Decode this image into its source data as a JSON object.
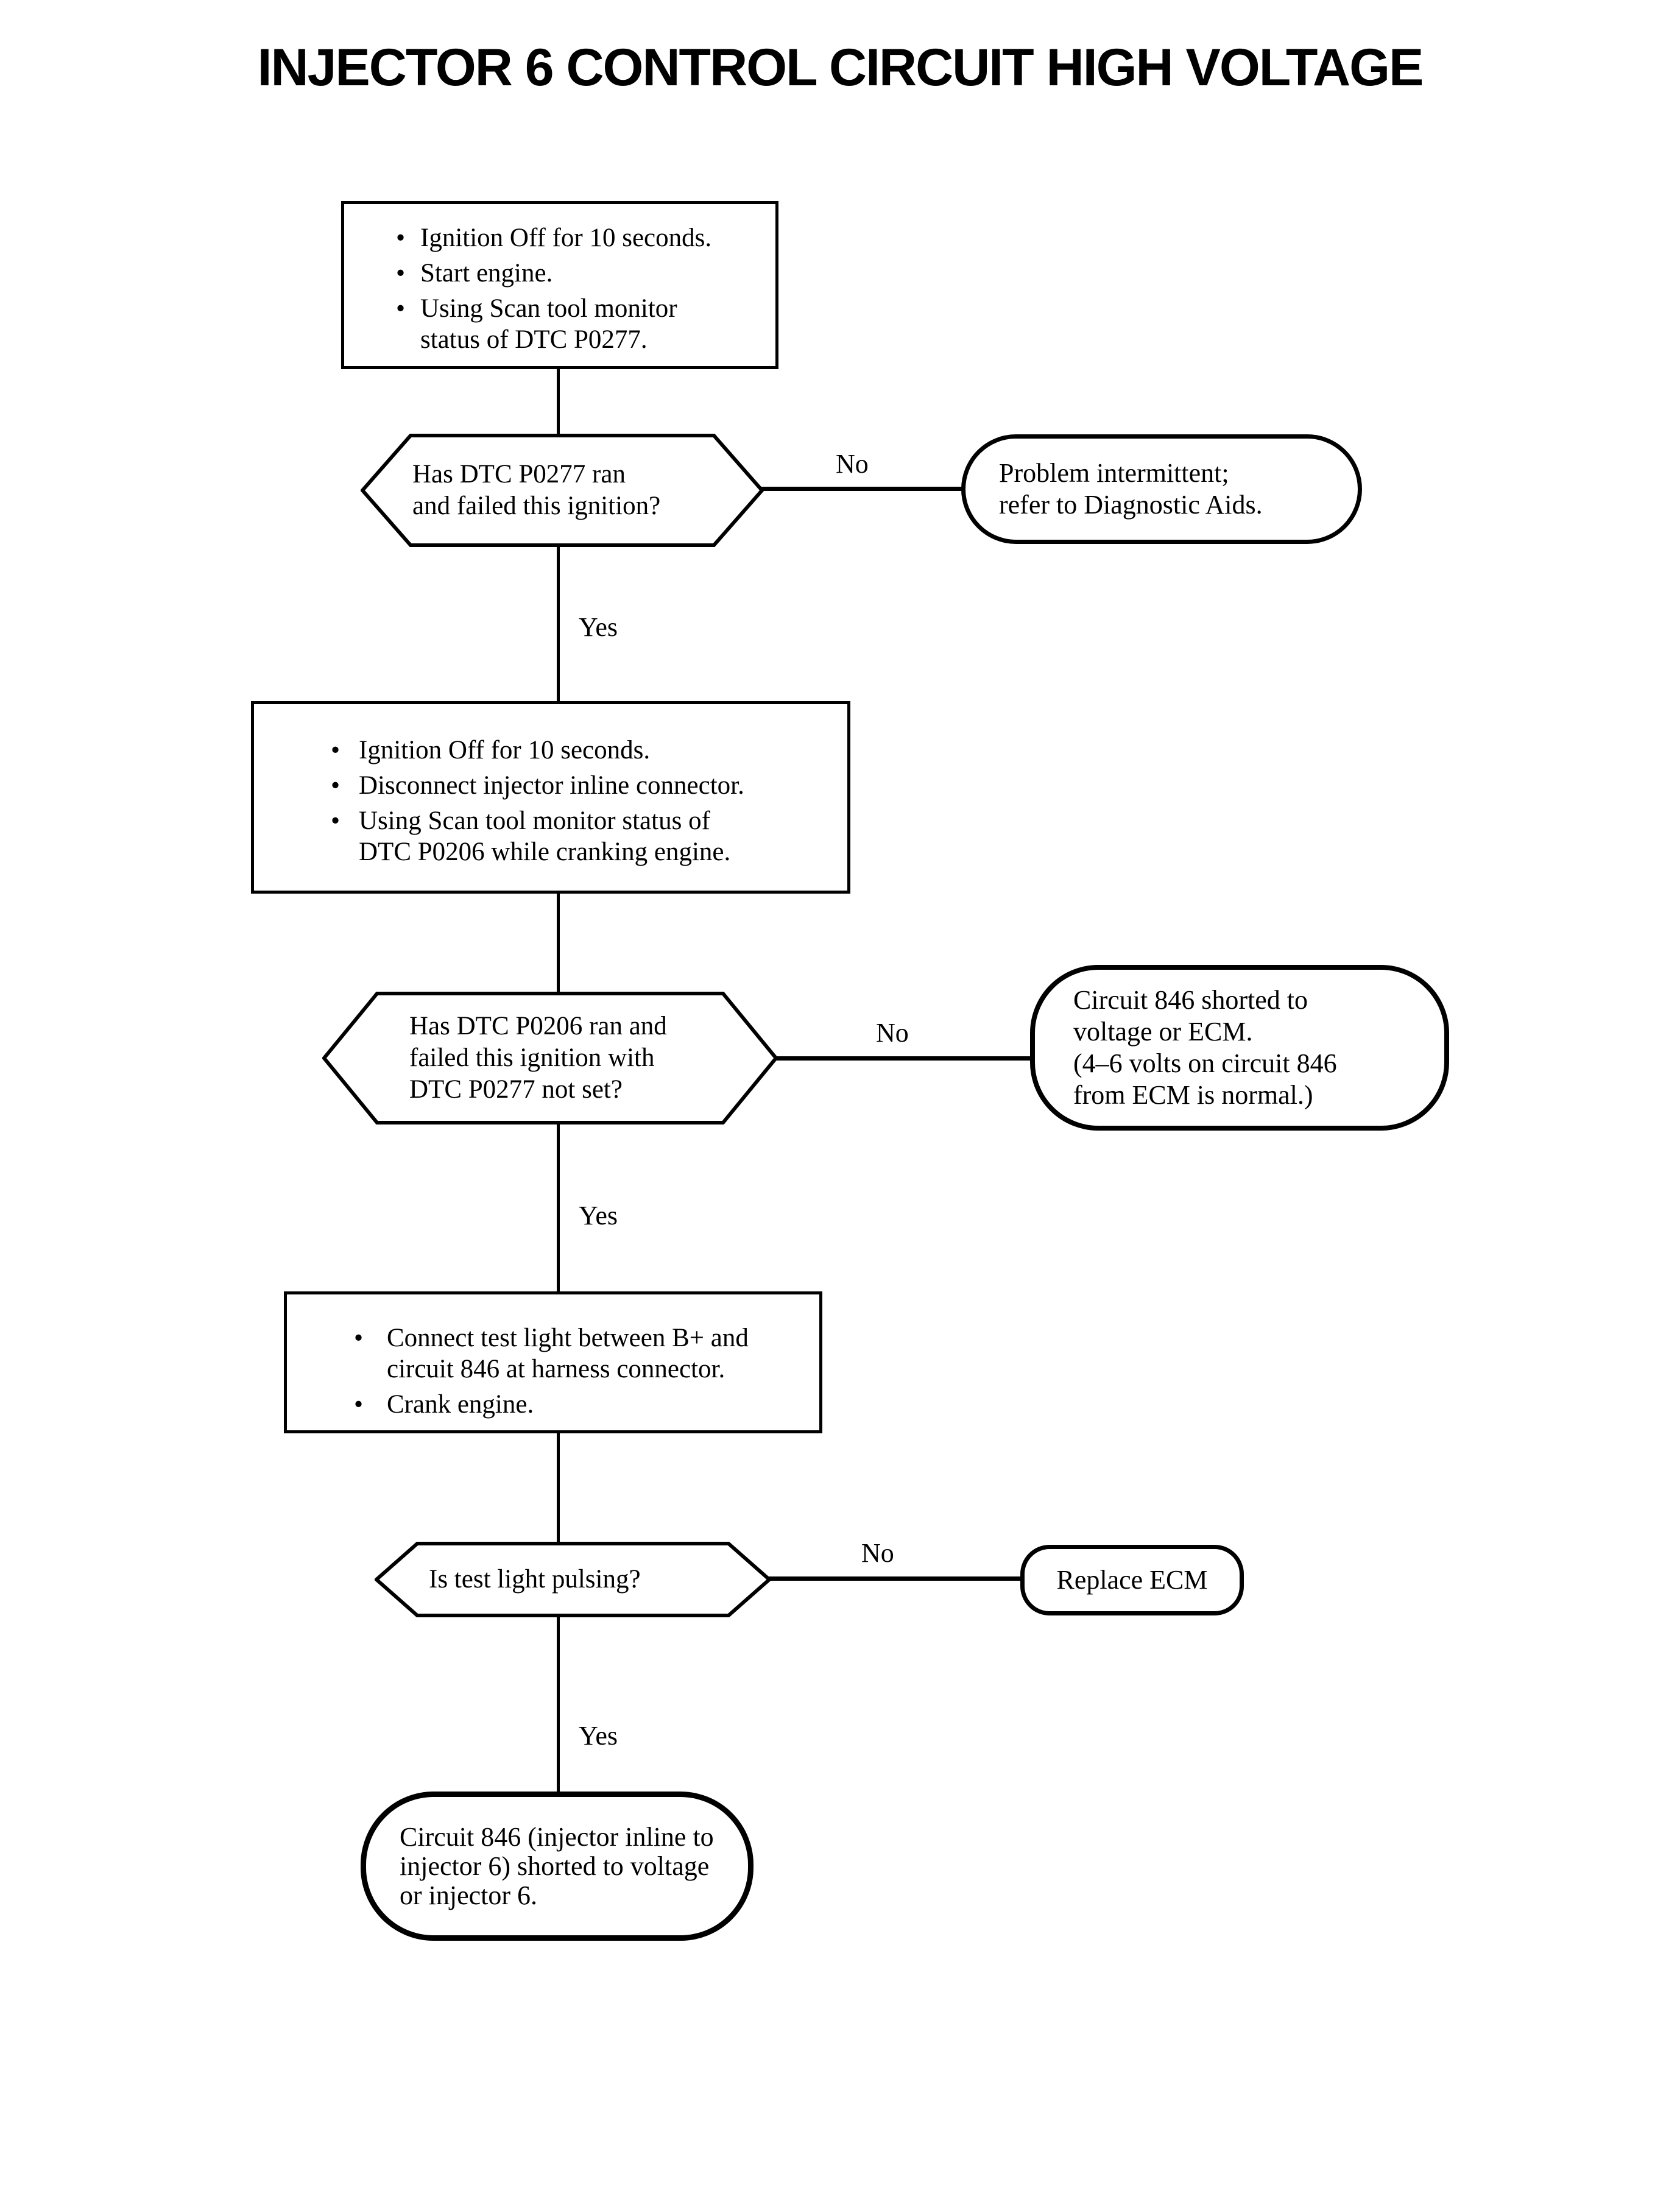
{
  "title": "INJECTOR 6 CONTROL CIRCUIT HIGH VOLTAGE",
  "labels": {
    "yes": "Yes",
    "no": "No"
  },
  "glyphs": {
    "bullet": "•"
  },
  "colors": {
    "ink": "#000000",
    "paper": "#ffffff"
  },
  "nodes": {
    "step1": {
      "type": "process",
      "bullets": [
        "Ignition Off for 10 seconds.",
        "Start engine.",
        "Using Scan tool monitor\nstatus of DTC P0277."
      ]
    },
    "decision1": {
      "type": "decision",
      "text": "Has DTC P0277 ran\nand failed this ignition?"
    },
    "terminal1": {
      "type": "terminal",
      "text": "Problem intermittent;\nrefer to Diagnostic Aids."
    },
    "step2": {
      "type": "process",
      "bullets": [
        "Ignition Off for 10 seconds.",
        "Disconnect injector inline connector.",
        "Using Scan tool monitor status of\nDTC P0206 while cranking engine."
      ]
    },
    "decision2": {
      "type": "decision",
      "text": "Has DTC P0206 ran and\nfailed this ignition with\nDTC P0277 not set?"
    },
    "terminal2": {
      "type": "terminal",
      "text": "Circuit 846 shorted to\nvoltage or ECM.\n(4–6 volts on circuit 846\nfrom ECM is normal.)"
    },
    "step3": {
      "type": "process",
      "bullets": [
        "Connect test light between B+ and\ncircuit 846 at harness connector.",
        "Crank engine."
      ]
    },
    "decision3": {
      "type": "decision",
      "text": "Is test light pulsing?"
    },
    "terminal3": {
      "type": "terminal",
      "text": "Replace ECM"
    },
    "terminal4": {
      "type": "terminal",
      "text": "Circuit 846 (injector inline to\ninjector 6) shorted to voltage\nor injector 6."
    }
  }
}
